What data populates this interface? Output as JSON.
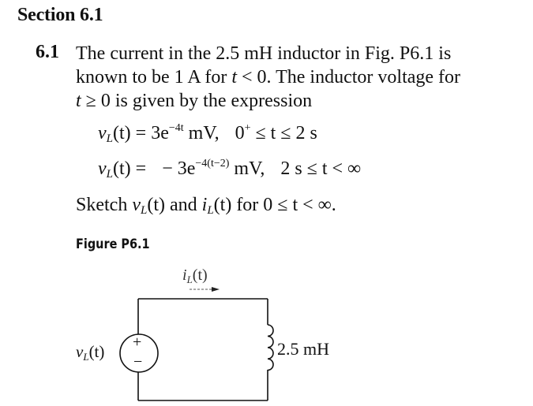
{
  "section": {
    "title": "Section 6.1"
  },
  "problem": {
    "number": "6.1",
    "lines": [
      "The current in the 2.5 mH inductor in Fig. P6.1 is",
      "known to be 1 A for ",
      "t",
      " < 0. The inductor voltage for",
      "t",
      " ≥ 0 is given by the expression"
    ],
    "equations": [
      {
        "lhs_v": "v",
        "lhs_sub": "L",
        "lhs_arg": "(t)",
        "equals": "=",
        "coef": "3e",
        "exponent": "−4t",
        "unit": "mV,",
        "range": "0",
        "range_sup": "+",
        "range_rest": " ≤ t ≤ 2 s"
      },
      {
        "lhs_v": "v",
        "lhs_sub": "L",
        "lhs_arg": "(t)",
        "equals": "=",
        "coef": "− 3e",
        "exponent": "−4(t−2)",
        "unit": "mV,",
        "range": "2 s ≤ t < ∞"
      }
    ],
    "sketch": {
      "prefix": "Sketch ",
      "v": "v",
      "v_sub": "L",
      "v_arg": "(t)",
      "and": " and ",
      "i": "i",
      "i_sub": "L",
      "i_arg": "(t)",
      "suffix": " for 0 ≤ t < ∞."
    }
  },
  "figure": {
    "label": "Figure P6.1",
    "current_label": {
      "i": "i",
      "sub": "L",
      "arg": "(t)"
    },
    "source_label": {
      "v": "v",
      "sub": "L",
      "arg": "(t)"
    },
    "source_plus": "+",
    "source_minus": "−",
    "inductor_value": "2.5 mH"
  }
}
